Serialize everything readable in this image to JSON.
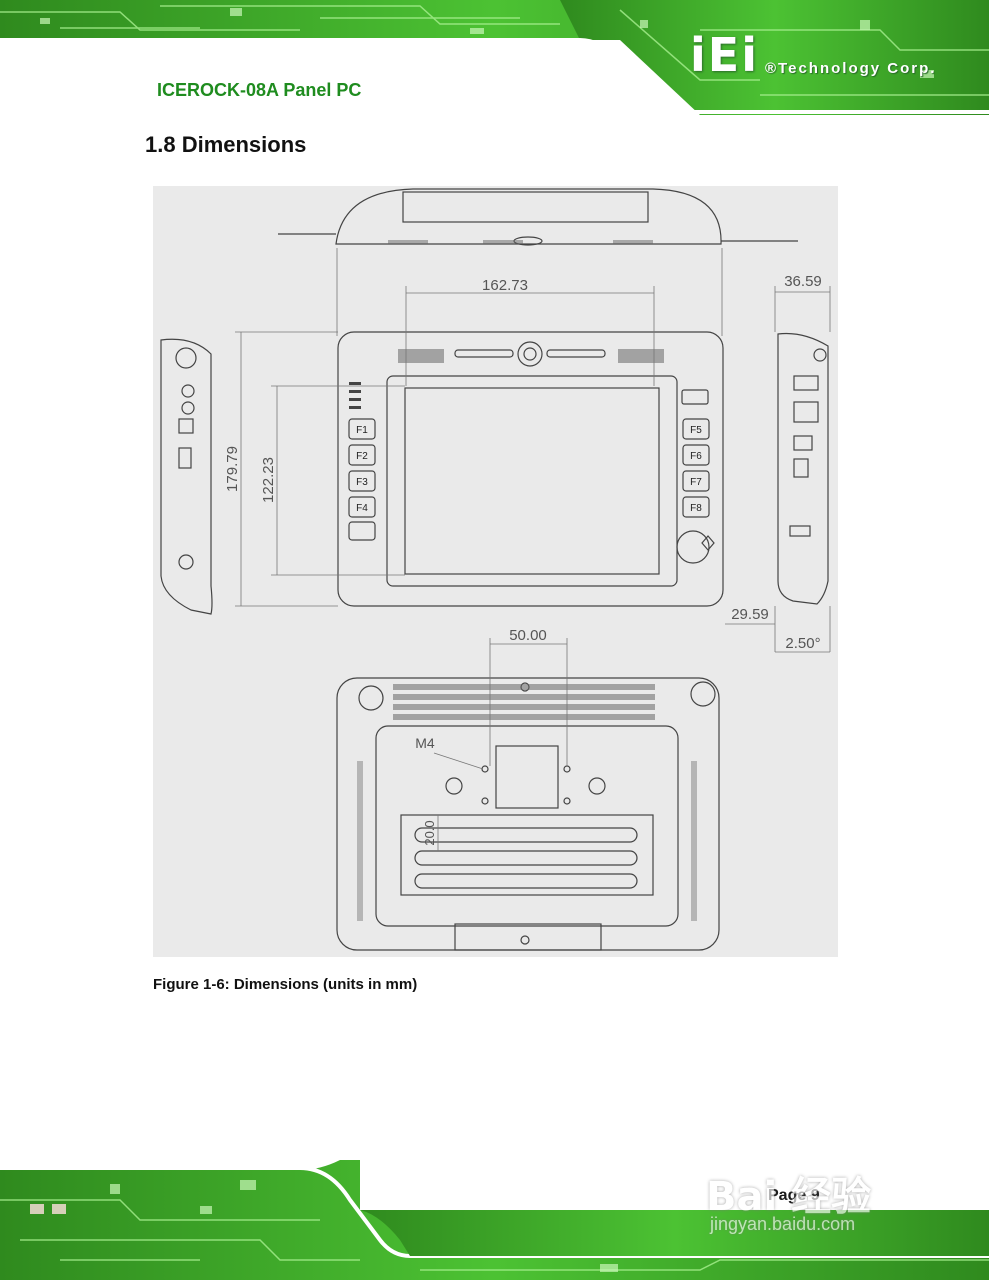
{
  "header": {
    "doc_title": "ICEROCK-08A Panel PC",
    "logo_mark": "iEi",
    "logo_text": "®Technology Corp."
  },
  "section": {
    "heading": "1.8 Dimensions"
  },
  "figure": {
    "dimensions": {
      "top_width": "162.73",
      "side_depth": "36.59",
      "overall_height": "179.79",
      "screen_height": "122.23",
      "bottom_depth": "29.59",
      "tilt_angle": "2.50°",
      "vesa_spacing": "50.00",
      "screw_label": "M4",
      "stand_height": "20.0"
    },
    "function_keys": [
      "F1",
      "F2",
      "F3",
      "F4",
      "F5",
      "F6",
      "F7",
      "F8"
    ],
    "caption": "Figure 1-6: Dimensions (units in mm)"
  },
  "footer": {
    "page": "Page 9"
  },
  "watermark": {
    "brand": "Bai 经验",
    "site": "jingyan.baidu.com"
  },
  "colors": {
    "pcb_green": "#3ea82a",
    "title_green": "#1f8c1f",
    "figure_bg": "#eaeaea"
  }
}
